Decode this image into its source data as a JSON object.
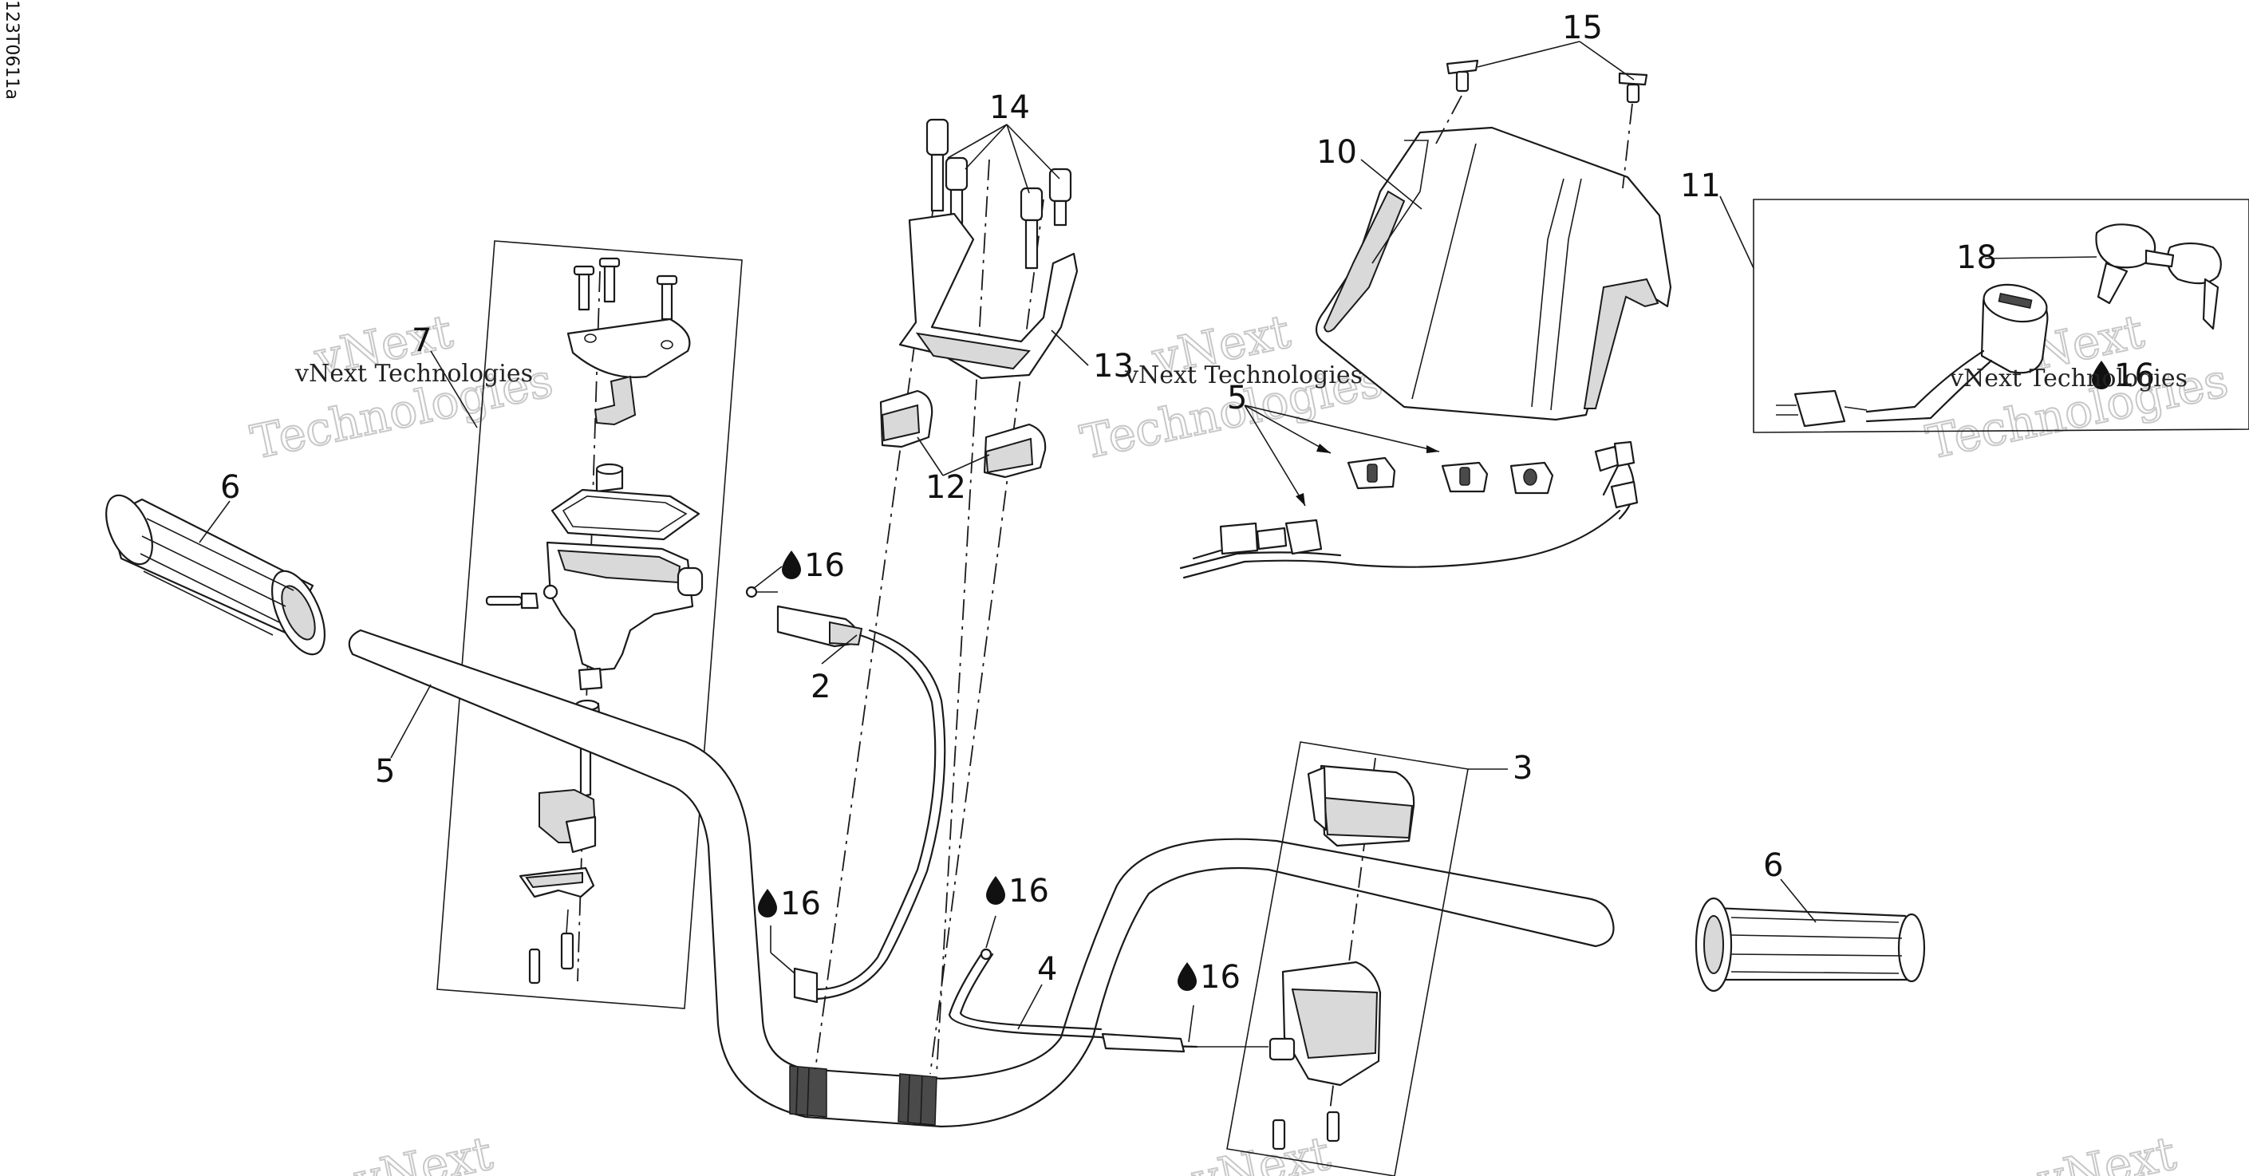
{
  "diagram_ref": "123T0611a",
  "callouts": {
    "c2": "2",
    "c3": "3",
    "c4": "4",
    "c5_bar": "5",
    "c5_upper": "5",
    "c6_left": "6",
    "c6_right": "6",
    "c7": "7",
    "c10": "10",
    "c11": "11",
    "c12": "12",
    "c13": "13",
    "c14": "14",
    "c15": "15",
    "c18": "18",
    "c16_a": "16",
    "c16_b": "16",
    "c16_c": "16",
    "c16_d": "16",
    "c16_e": "16"
  },
  "watermark": {
    "line1": "vNext Technologies",
    "big_top": "vNext",
    "big_bottom": "Technologies"
  }
}
